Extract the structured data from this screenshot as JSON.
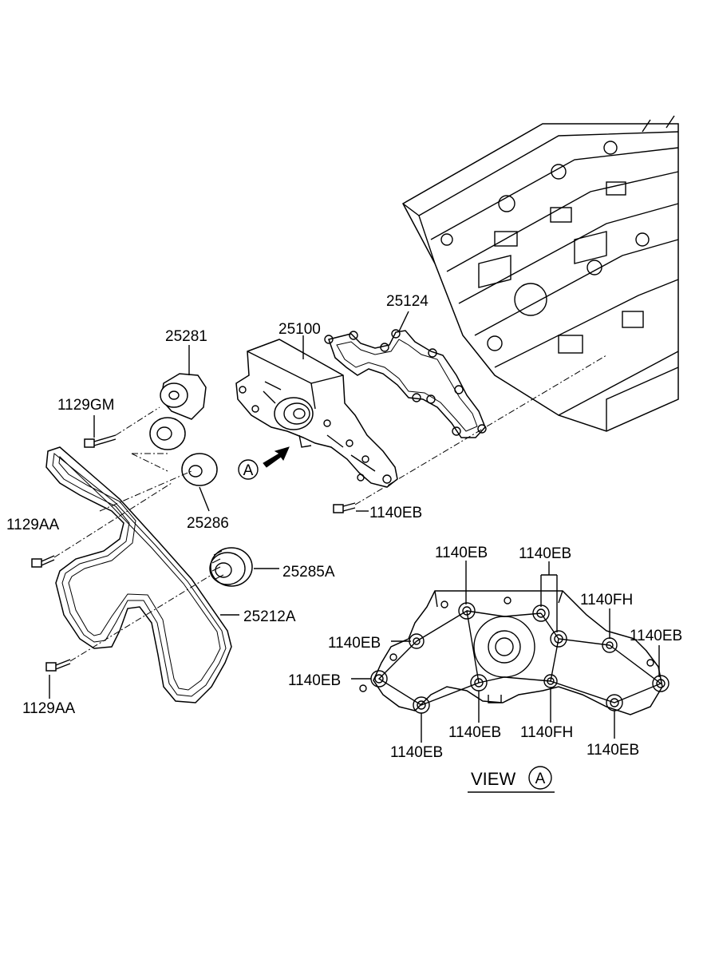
{
  "diagram": {
    "parts": {
      "p25281": "25281",
      "p1129GM": "1129GM",
      "p25100": "25100",
      "p25124": "25124",
      "p1129AA_top": "1129AA",
      "p25286": "25286",
      "p1140EB_bolt": "1140EB",
      "p25285A": "25285A",
      "p25212A": "25212A",
      "p1129AA_bottom": "1129AA"
    },
    "callout_letter": "A",
    "view": {
      "title": "VIEW",
      "letter": "A",
      "labels": {
        "eb_top_left": "1140EB",
        "eb_top_right": "1140EB",
        "fh_right": "1140FH",
        "eb_left_upper": "1140EB",
        "eb_right": "1140EB",
        "eb_left_lower": "1140EB",
        "eb_bottom_mid": "1140EB",
        "fh_bottom": "1140FH",
        "eb_bottom_right": "1140EB",
        "eb_bottom_left": "1140EB"
      }
    }
  }
}
